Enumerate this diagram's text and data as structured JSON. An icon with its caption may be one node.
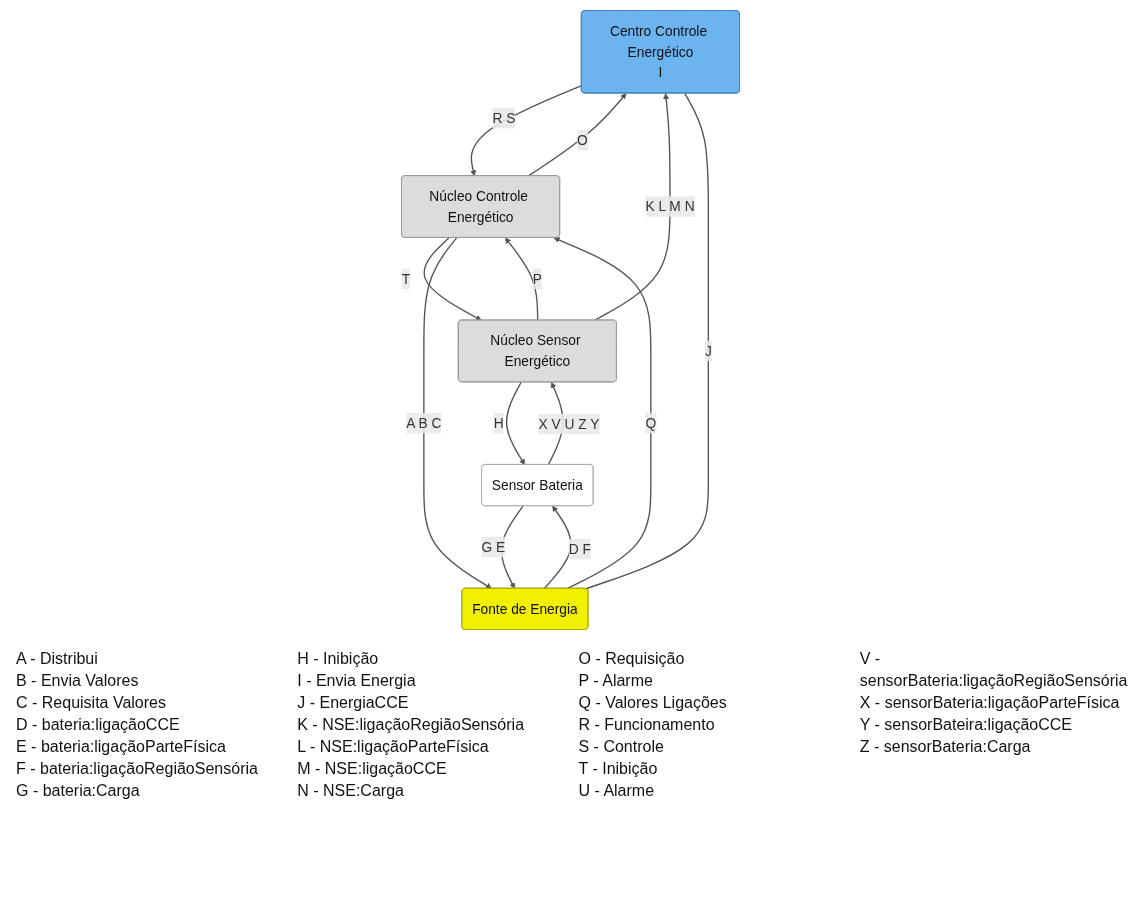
{
  "diagram": {
    "nodes": [
      {
        "text": [
          "Centro Controle Energético",
          "I"
        ]
      },
      {
        "text": [
          "Núcleo Controle Energético"
        ]
      },
      {
        "text": [
          "Núcleo Sensor Energético"
        ]
      },
      {
        "text": [
          "Fonte de Energia"
        ]
      },
      {
        "text": [
          "Sensor Bateria"
        ]
      }
    ],
    "edges": [
      {
        "from": 1,
        "to": 0,
        "arrow": "to",
        "label": "O"
      },
      {
        "from": 0,
        "to": 1,
        "arrow": "to",
        "label": "R S"
      },
      {
        "from": 2,
        "to": 0,
        "arrow": "to",
        "label": "K L M N"
      },
      {
        "from": 2,
        "to": 1,
        "arrow": "to",
        "label": "P"
      },
      {
        "from": 1,
        "to": 2,
        "arrow": "to",
        "label": "T"
      },
      {
        "from": 1,
        "to": 3,
        "arrow": "to",
        "label": "A B C"
      },
      {
        "from": 3,
        "to": 1,
        "arrow": "to",
        "label": "Q"
      },
      {
        "from": 2,
        "to": 4,
        "arrow": "to",
        "label": "H"
      },
      {
        "from": 4,
        "to": 2,
        "arrow": "to",
        "label": "X V U Z Y"
      },
      {
        "from": 4,
        "to": 3,
        "arrow": "to",
        "label": "G E"
      },
      {
        "from": 3,
        "to": 4,
        "arrow": "to",
        "label": "D F"
      },
      {
        "from": 3,
        "to": 0,
        "arrow": "none",
        "label": "J"
      }
    ],
    "labels": [
      "A - Distribui",
      "B - Envia Valores",
      "C - Requisita Valores",
      "D - bateria:ligaçãoCCE",
      "E - bateria:ligaçãoParteFísica",
      "F - bateria:ligaçãoRegiãoSensória",
      "G - bateria:Carga",
      "H - Inibição",
      "I - Envia Energia",
      "J - EnergiaCCE",
      "K - NSE:ligaçãoRegiãoSensória",
      "L - NSE:ligaçãoParteFísica",
      "M - NSE:ligaçãoCCE",
      "N - NSE:Carga",
      "O - Requisição",
      "P - Alarme",
      "Q - Valores Ligações",
      "R - Funcionamento",
      "S - Controle",
      "T - Inibição",
      "U - Alarme",
      "V - sensorBateria:ligaçãoRegiãoSensória",
      "X - sensorBateria:ligaçãoParteFísica",
      "Y - sensorBateira:ligaçãoCCE",
      "Z - sensorBateria:Carga"
    ]
  }
}
